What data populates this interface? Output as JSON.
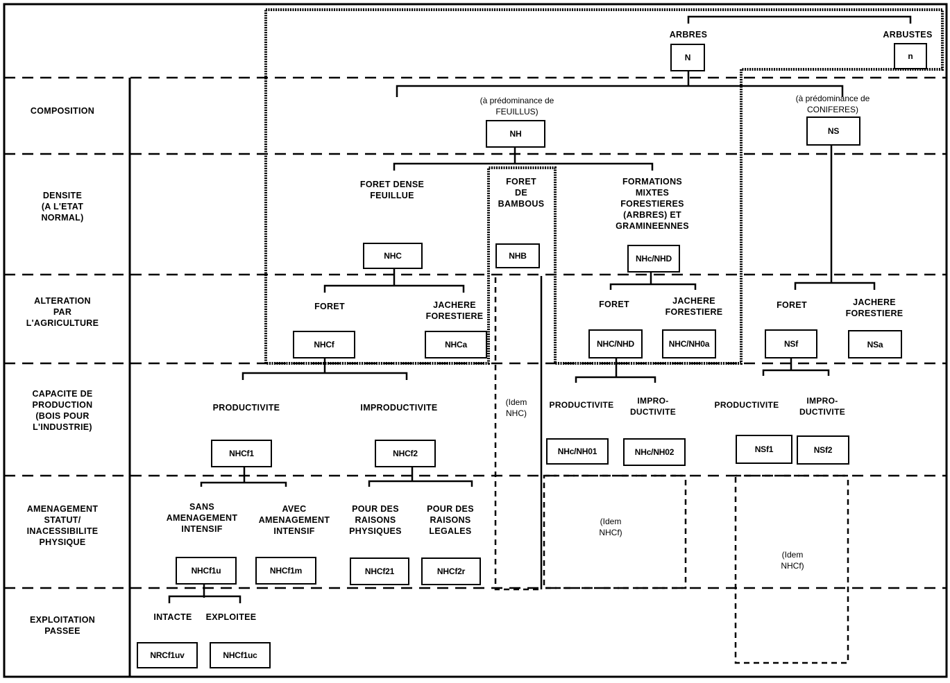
{
  "diagram": {
    "levels": [
      {
        "label": "COMPOSITION"
      },
      {
        "label": "DENSITE\n(A L'ETAT\nNORMAL)"
      },
      {
        "label": "ALTERATION\nPAR\nL'AGRICULTURE"
      },
      {
        "label": "CAPACITE DE\nPRODUCTION\n(BOIS POUR\nL'INDUSTRIE)"
      },
      {
        "label": "AMENAGEMENT\nSTATUT/\nINACESSIBILITE\nPHYSIQUE"
      },
      {
        "label": "EXPLOITATION\nPASSEE"
      }
    ],
    "top": {
      "arbres": {
        "label": "ARBRES",
        "code": "N"
      },
      "arbustes": {
        "label": "ARBUSTES",
        "code": "n"
      }
    },
    "composition": {
      "feuillus": {
        "label": "(à prédominance de\nFEUILLUS)",
        "code": "NH"
      },
      "coniferes": {
        "label": "(à prédominance de\nCONIFERES)",
        "code": "NS"
      }
    },
    "densite": {
      "dense": {
        "label": "FORET DENSE\nFEUILLUE",
        "code": "NHC"
      },
      "bambous": {
        "label": "FORET\nDE\nBAMBOUS",
        "code": "NHB"
      },
      "mixtes": {
        "label": "FORMATIONS\nMIXTES\nFORESTIERES\n(ARBRES) ET\nGRAMINEENNES",
        "code": "NHc/NHD"
      }
    },
    "alteration": {
      "nhc_foret": {
        "label": "FORET",
        "code": "NHCf"
      },
      "nhc_jachere": {
        "label": "JACHERE\nFORESTIERE",
        "code": "NHCa"
      },
      "mix_foret": {
        "label": "FORET",
        "code": "NHC/NHD"
      },
      "mix_jachere": {
        "label": "JACHERE\nFORESTIERE",
        "code": "NHC/NH0a"
      },
      "ns_foret": {
        "label": "FORET",
        "code": "NSf"
      },
      "ns_jachere": {
        "label": "JACHERE\nFORESTIERE",
        "code": "NSa"
      }
    },
    "production": {
      "nhc_prod": {
        "label": "PRODUCTIVITE",
        "code": "NHCf1"
      },
      "nhc_improd": {
        "label": "IMPRODUCTIVITE",
        "code": "NHCf2"
      },
      "idem_nhc": "(Idem\nNHC)",
      "mix_prod": {
        "label": "PRODUCTIVITE",
        "code": "NHc/NH01"
      },
      "mix_improd": {
        "label": "IMPRO-\nDUCTIVITE",
        "code": "NHc/NH02"
      },
      "ns_prod": {
        "label": "PRODUCTIVITE",
        "code": "NSf1"
      },
      "ns_improd": {
        "label": "IMPRO-\nDUCTIVITE",
        "code": "NSf2"
      }
    },
    "amenagement": {
      "sans": {
        "label": "SANS\nAMENAGEMENT\nINTENSIF",
        "code": "NHCf1u"
      },
      "avec": {
        "label": "AVEC\nAMENAGEMENT\nINTENSIF",
        "code": "NHCf1m"
      },
      "physiques": {
        "label": "POUR DES\nRAISONS\nPHYSIQUES",
        "code": "NHCf21"
      },
      "legales": {
        "label": "POUR DES\nRAISONS\nLEGALES",
        "code": "NHCf2r"
      },
      "idem_mix": "(Idem\nNHCf)",
      "idem_ns": "(Idem\nNHCf)"
    },
    "exploitation": {
      "intacte": {
        "label": "INTACTE",
        "code": "NRCf1uv"
      },
      "exploitee": {
        "label": "EXPLOITEE",
        "code": "NHCf1uc"
      }
    }
  }
}
